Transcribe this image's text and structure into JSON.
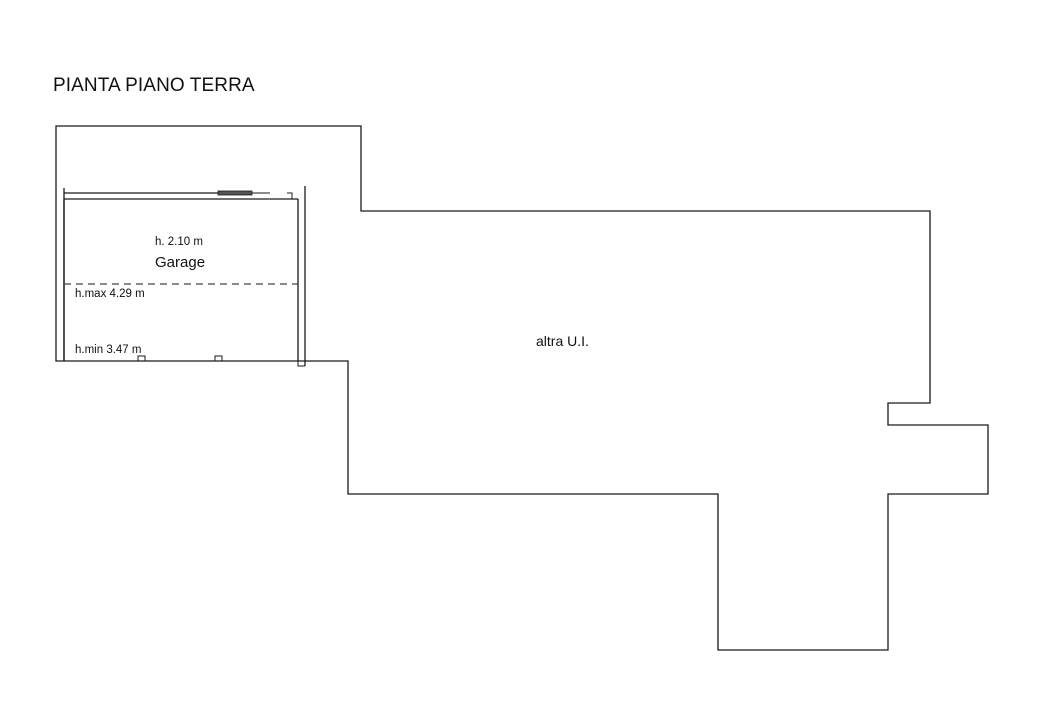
{
  "title": "PIANTA PIANO TERRA",
  "rooms": {
    "garage": {
      "name": "Garage",
      "height": "h. 2.10 m",
      "height_max": "h.max 4.29 m",
      "height_min": "h.min 3.47 m"
    },
    "other_unit": {
      "name": "altra U.I."
    }
  },
  "colors": {
    "line": "#1a1a1a",
    "background": "#ffffff"
  }
}
